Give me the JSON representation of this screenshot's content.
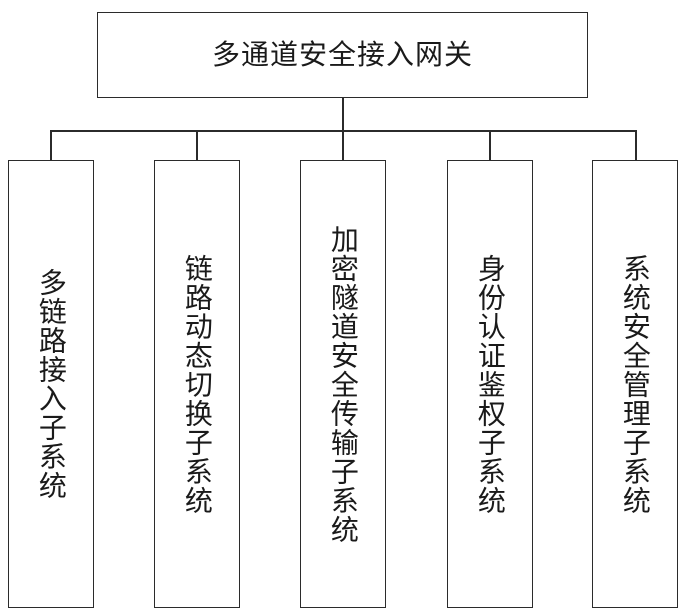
{
  "diagram": {
    "type": "hierarchy-tree",
    "orientation": "top-down",
    "root": {
      "label": "多通道安全接入网关"
    },
    "children": [
      {
        "label": "多链路接入子系统"
      },
      {
        "label": "链路动态切换子系统"
      },
      {
        "label": "加密隧道安全传输子系统"
      },
      {
        "label": "身份认证鉴权子系统"
      },
      {
        "label": "系统安全管理子系统"
      }
    ],
    "style": {
      "line_color": "#2b2b2b",
      "box_border_color": "#2b2b2b",
      "box_fill_color": "#ffffff",
      "text_color": "#1a1a1a",
      "background_color": "#ffffff"
    }
  }
}
